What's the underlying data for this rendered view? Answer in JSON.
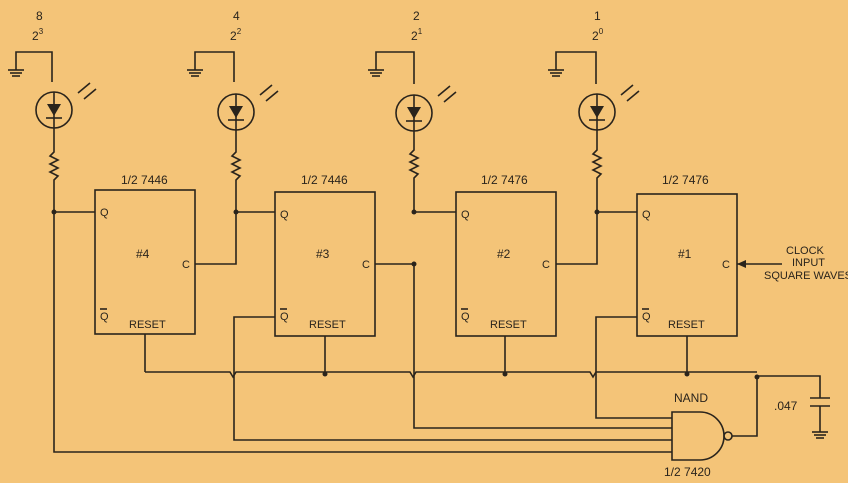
{
  "stages": [
    {
      "weight": "8",
      "power_base": "2",
      "power_exp": "3",
      "chip": "1/2 7446",
      "ff_id": "#4",
      "q": "Q",
      "qbar": "Q",
      "c": "C",
      "reset": "RESET"
    },
    {
      "weight": "4",
      "power_base": "2",
      "power_exp": "2",
      "chip": "1/2 7446",
      "ff_id": "#3",
      "q": "Q",
      "qbar": "Q",
      "c": "C",
      "reset": "RESET"
    },
    {
      "weight": "2",
      "power_base": "2",
      "power_exp": "1",
      "chip": "1/2 7476",
      "ff_id": "#2",
      "q": "Q",
      "qbar": "Q",
      "c": "C",
      "reset": "RESET"
    },
    {
      "weight": "1",
      "power_base": "2",
      "power_exp": "0",
      "chip": "1/2 7476",
      "ff_id": "#1",
      "q": "Q",
      "qbar": "Q",
      "c": "C",
      "reset": "RESET"
    }
  ],
  "clock_label": [
    "CLOCK",
    "INPUT",
    "SQUARE WAVES"
  ],
  "nand_label": "NAND",
  "nand_chip": "1/2 7420",
  "capacitor_label": ".047",
  "colors": {
    "background": "#f4c478",
    "ink": "#2a241c"
  }
}
